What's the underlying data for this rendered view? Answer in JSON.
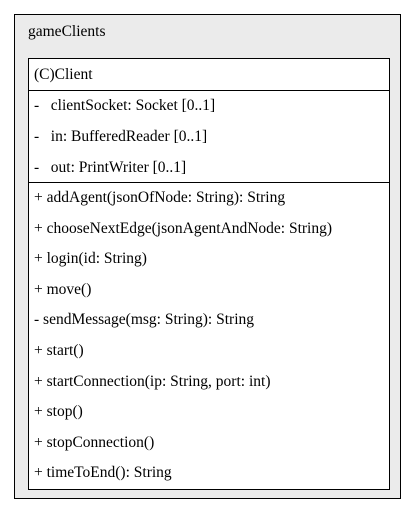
{
  "package": {
    "name": "gameClients"
  },
  "class": {
    "name": "(C)Client",
    "attributes": [
      "-   clientSocket: Socket [0..1]",
      "-   in: BufferedReader [0..1]",
      "-   out: PrintWriter [0..1]"
    ],
    "operations": [
      "+ addAgent(jsonOfNode: String): String",
      "+ chooseNextEdge(jsonAgentAndNode: String)",
      "+ login(id: String)",
      "+ move()",
      "- sendMessage(msg: String): String",
      "+ start()",
      "+ startConnection(ip: String, port: int)",
      "+ stop()",
      "+ stopConnection()",
      "+ timeToEnd(): String"
    ]
  }
}
